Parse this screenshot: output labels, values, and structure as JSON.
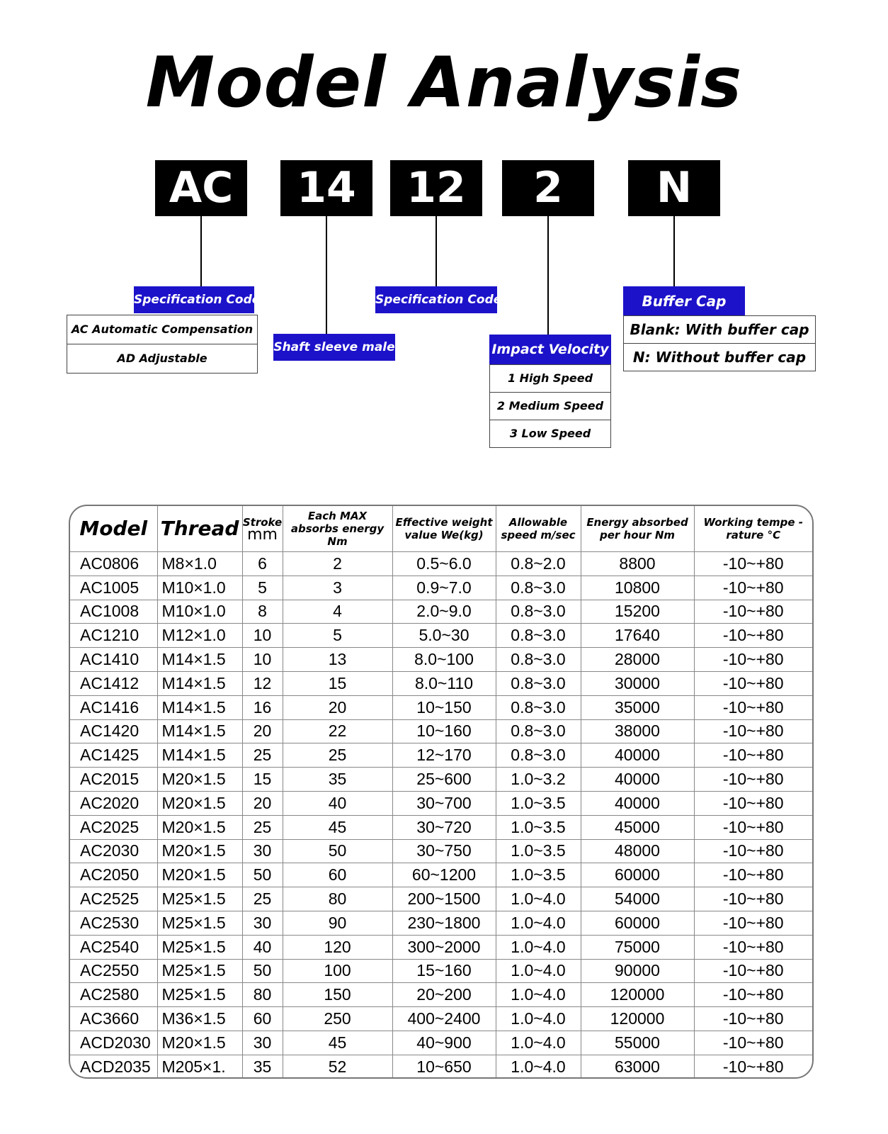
{
  "title": "Model Analysis",
  "codes": [
    "AC",
    "14",
    "12",
    "2",
    "N"
  ],
  "labels": {
    "spec1": "Specification Code",
    "shaft": "Shaft sleeve male",
    "spec2": "Specification Code",
    "impact": "Impact Velocity",
    "buffer": "Buffer Cap"
  },
  "spec_options": [
    "AC Automatic Compensation",
    "AD Adjustable"
  ],
  "impact_options": [
    "1 High Speed",
    "2 Medium Speed",
    "3 Low Speed"
  ],
  "buffer_options": [
    "Blank: With buffer cap",
    "N: Without buffer cap"
  ],
  "table": {
    "headers": {
      "model": "Model",
      "thread": "Thread",
      "stroke": "Stroke",
      "stroke_unit": "mm",
      "energy": "Each MAX absorbs energy Nm",
      "weight": "Effective weight value We(kg)",
      "speed": "Allowable speed m/sec",
      "per_hour": "Energy absorbed per hour Nm",
      "temp": "Working tempe -rature °C"
    },
    "rows": [
      [
        "AC0806",
        "M8×1.0",
        "6",
        "2",
        "0.5~6.0",
        "0.8~2.0",
        "8800",
        "-10~+80"
      ],
      [
        "AC1005",
        "M10×1.0",
        "5",
        "3",
        "0.9~7.0",
        "0.8~3.0",
        "10800",
        "-10~+80"
      ],
      [
        "AC1008",
        "M10×1.0",
        "8",
        "4",
        "2.0~9.0",
        "0.8~3.0",
        "15200",
        "-10~+80"
      ],
      [
        "AC1210",
        "M12×1.0",
        "10",
        "5",
        "5.0~30",
        "0.8~3.0",
        "17640",
        "-10~+80"
      ],
      [
        "AC1410",
        "M14×1.5",
        "10",
        "13",
        "8.0~100",
        "0.8~3.0",
        "28000",
        "-10~+80"
      ],
      [
        "AC1412",
        "M14×1.5",
        "12",
        "15",
        "8.0~110",
        "0.8~3.0",
        "30000",
        "-10~+80"
      ],
      [
        "AC1416",
        "M14×1.5",
        "16",
        "20",
        "10~150",
        "0.8~3.0",
        "35000",
        "-10~+80"
      ],
      [
        "AC1420",
        "M14×1.5",
        "20",
        "22",
        "10~160",
        "0.8~3.0",
        "38000",
        "-10~+80"
      ],
      [
        "AC1425",
        "M14×1.5",
        "25",
        "25",
        "12~170",
        "0.8~3.0",
        "40000",
        "-10~+80"
      ],
      [
        "AC2015",
        "M20×1.5",
        "15",
        "35",
        "25~600",
        "1.0~3.2",
        "40000",
        "-10~+80"
      ],
      [
        "AC2020",
        "M20×1.5",
        "20",
        "40",
        "30~700",
        "1.0~3.5",
        "40000",
        "-10~+80"
      ],
      [
        "AC2025",
        "M20×1.5",
        "25",
        "45",
        "30~720",
        "1.0~3.5",
        "45000",
        "-10~+80"
      ],
      [
        "AC2030",
        "M20×1.5",
        "30",
        "50",
        "30~750",
        "1.0~3.5",
        "48000",
        "-10~+80"
      ],
      [
        "AC2050",
        "M20×1.5",
        "50",
        "60",
        "60~1200",
        "1.0~3.5",
        "60000",
        "-10~+80"
      ],
      [
        "AC2525",
        "M25×1.5",
        "25",
        "80",
        "200~1500",
        "1.0~4.0",
        "54000",
        "-10~+80"
      ],
      [
        "AC2530",
        "M25×1.5",
        "30",
        "90",
        "230~1800",
        "1.0~4.0",
        "60000",
        "-10~+80"
      ],
      [
        "AC2540",
        "M25×1.5",
        "40",
        "120",
        "300~2000",
        "1.0~4.0",
        "75000",
        "-10~+80"
      ],
      [
        "AC2550",
        "M25×1.5",
        "50",
        "100",
        "15~160",
        "1.0~4.0",
        "90000",
        "-10~+80"
      ],
      [
        "AC2580",
        "M25×1.5",
        "80",
        "150",
        "20~200",
        "1.0~4.0",
        "120000",
        "-10~+80"
      ],
      [
        "AC3660",
        "M36×1.5",
        "60",
        "250",
        "400~2400",
        "1.0~4.0",
        "120000",
        "-10~+80"
      ],
      [
        "ACD2030",
        "M20×1.5",
        "30",
        "45",
        "40~900",
        "1.0~4.0",
        "55000",
        "-10~+80"
      ],
      [
        "ACD2035",
        "M205×1.",
        "35",
        "52",
        "10~650",
        "1.0~4.0",
        "63000",
        "-10~+80"
      ]
    ]
  }
}
